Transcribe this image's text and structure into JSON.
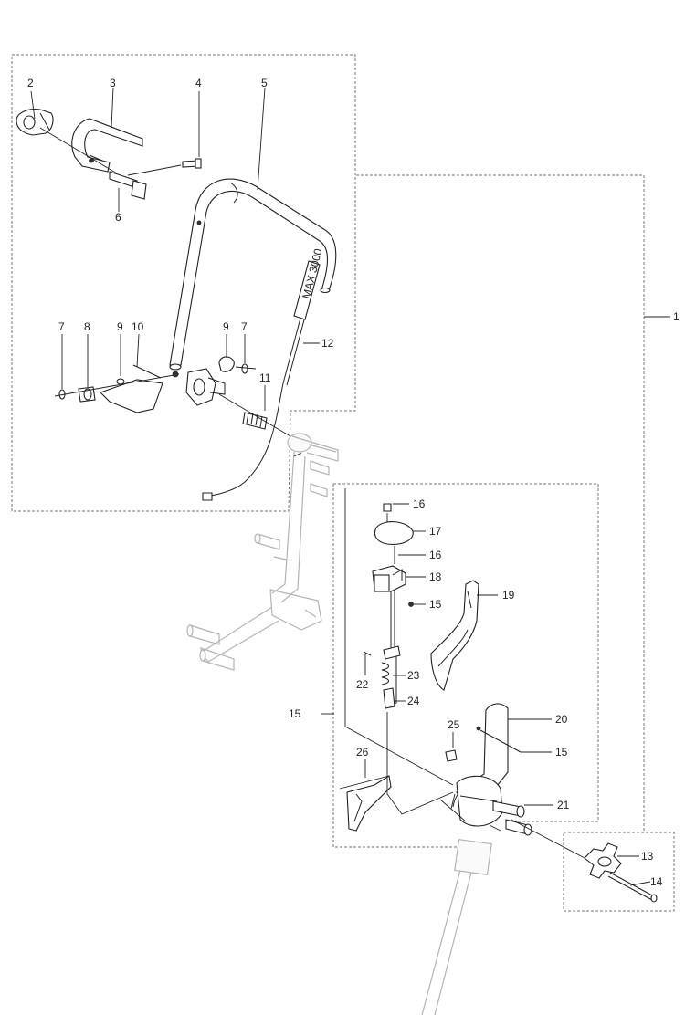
{
  "diagram": {
    "labels": [
      {
        "id": "p2",
        "text": "2"
      },
      {
        "id": "p3",
        "text": "3"
      },
      {
        "id": "p4",
        "text": "4"
      },
      {
        "id": "p5",
        "text": "5"
      },
      {
        "id": "p6",
        "text": "6"
      },
      {
        "id": "p7a",
        "text": "7"
      },
      {
        "id": "p8a",
        "text": "8"
      },
      {
        "id": "p9a",
        "text": "9"
      },
      {
        "id": "p10",
        "text": "10"
      },
      {
        "id": "p9b",
        "text": "9"
      },
      {
        "id": "p7b",
        "text": "7"
      },
      {
        "id": "p12",
        "text": "12"
      },
      {
        "id": "p11",
        "text": "11"
      },
      {
        "id": "p1",
        "text": "1"
      },
      {
        "id": "p16a",
        "text": "16"
      },
      {
        "id": "p17",
        "text": "17"
      },
      {
        "id": "p16b",
        "text": "16"
      },
      {
        "id": "p18",
        "text": "18"
      },
      {
        "id": "p15a",
        "text": "15"
      },
      {
        "id": "p19",
        "text": "19"
      },
      {
        "id": "p22",
        "text": "22"
      },
      {
        "id": "p23",
        "text": "23"
      },
      {
        "id": "p24",
        "text": "24"
      },
      {
        "id": "p15b",
        "text": "15"
      },
      {
        "id": "p20",
        "text": "20"
      },
      {
        "id": "p25",
        "text": "25"
      },
      {
        "id": "p26",
        "text": "26"
      },
      {
        "id": "p15c",
        "text": "15"
      },
      {
        "id": "p21",
        "text": "21"
      },
      {
        "id": "p13",
        "text": "13"
      },
      {
        "id": "p14",
        "text": "14"
      }
    ],
    "cable_marking": "MAX 3000"
  }
}
